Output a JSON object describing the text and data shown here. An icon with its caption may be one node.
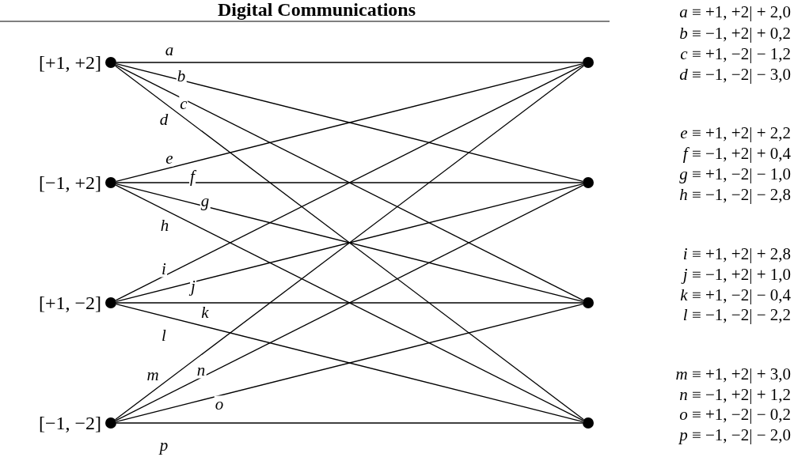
{
  "diagram": {
    "title": "Digital Communications",
    "nodes": [
      {
        "text": [],
        "shape": "circle",
        "beside": [
          "[+1, +2]"
        ]
      },
      {
        "text": [],
        "shape": "circle",
        "beside": [
          "[−1, +2]"
        ]
      },
      {
        "text": [],
        "shape": "circle",
        "beside": [
          "[+1, −2]"
        ]
      },
      {
        "text": [],
        "shape": "circle",
        "beside": [
          "[−1, −2]"
        ]
      },
      {
        "text": [],
        "shape": "circle"
      },
      {
        "text": [],
        "shape": "circle"
      },
      {
        "text": [],
        "shape": "circle"
      },
      {
        "text": [],
        "shape": "circle"
      }
    ],
    "edges": [
      {
        "from": 0,
        "to": 4,
        "arrow": "none",
        "label": "a"
      },
      {
        "from": 0,
        "to": 5,
        "arrow": "none",
        "label": "b"
      },
      {
        "from": 0,
        "to": 6,
        "arrow": "none",
        "label": "c"
      },
      {
        "from": 0,
        "to": 7,
        "arrow": "none",
        "label": "d"
      },
      {
        "from": 1,
        "to": 4,
        "arrow": "none",
        "label": "e"
      },
      {
        "from": 1,
        "to": 5,
        "arrow": "none",
        "label": "f"
      },
      {
        "from": 1,
        "to": 6,
        "arrow": "none",
        "label": "g"
      },
      {
        "from": 1,
        "to": 7,
        "arrow": "none",
        "label": "h"
      },
      {
        "from": 2,
        "to": 4,
        "arrow": "none",
        "label": "i"
      },
      {
        "from": 2,
        "to": 5,
        "arrow": "none",
        "label": "j"
      },
      {
        "from": 2,
        "to": 6,
        "arrow": "none",
        "label": "k"
      },
      {
        "from": 2,
        "to": 7,
        "arrow": "none",
        "label": "l"
      },
      {
        "from": 3,
        "to": 4,
        "arrow": "none",
        "label": "m"
      },
      {
        "from": 3,
        "to": 5,
        "arrow": "none",
        "label": "n"
      },
      {
        "from": 3,
        "to": 6,
        "arrow": "none",
        "label": "o"
      },
      {
        "from": 3,
        "to": 7,
        "arrow": "none",
        "label": "p"
      }
    ],
    "labels": [
      "*a* ≡ +1, +2| + 2,0",
      "*b* ≡ −1, +2| + 0,2",
      "*c* ≡ +1, −2| − 1,2",
      "*d* ≡ −1, −2| − 3,0",
      "*e* ≡ +1, +2| + 2,2",
      "*f* ≡ −1, +2| + 0,4",
      "*g* ≡ +1, −2| − 1,0",
      "*h* ≡ −1, −2| − 2,8",
      "*i* ≡ +1, +2| + 2,8",
      "*j* ≡ −1, +2| + 1,0",
      "*k* ≡ +1, −2| − 0,4",
      "*l* ≡ −1, −2| − 2,2",
      "*m* ≡ +1, +2| + 3,0",
      "*n* ≡ −1, +2| + 1,2",
      "*o* ≡ +1, −2| − 0,2",
      "*p* ≡ −1, −2| − 2,0"
    ]
  }
}
